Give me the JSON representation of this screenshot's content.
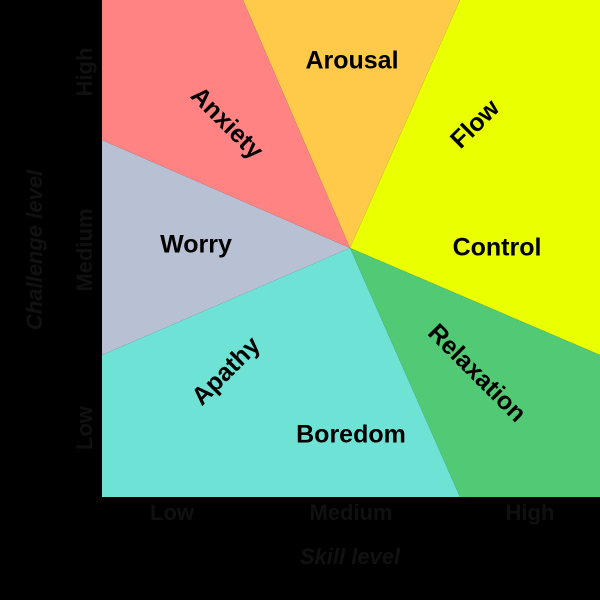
{
  "axes": {
    "x_title": "Skill level",
    "y_title": "Challenge level",
    "x_ticks": [
      "Low",
      "Medium",
      "High"
    ],
    "y_ticks": [
      "Low",
      "Medium",
      "High"
    ]
  },
  "regions": {
    "arousal": {
      "label": "Arousal",
      "color": "#ffc94a"
    },
    "flow": {
      "label": "Flow",
      "color": "#eaff00"
    },
    "control": {
      "label": "Control",
      "color": "#eaff00"
    },
    "relaxation": {
      "label": "Relaxation",
      "color": "#52c974"
    },
    "boredom": {
      "label": "Boredom",
      "color": "#6ee2d4"
    },
    "apathy": {
      "label": "Apathy",
      "color": "#6ee2d4"
    },
    "worry": {
      "label": "Worry",
      "color": "#b8c0d4"
    },
    "anxiety": {
      "label": "Anxiety",
      "color": "#ff8383"
    }
  }
}
